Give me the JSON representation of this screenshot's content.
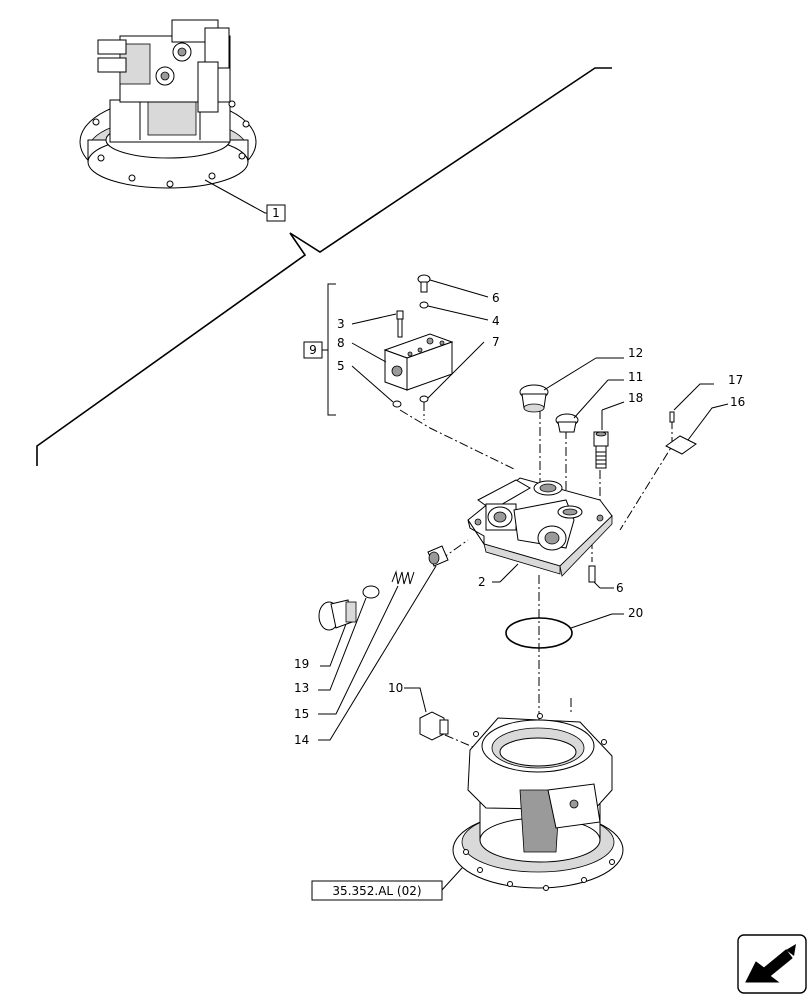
{
  "callouts": {
    "c1": "1",
    "c2": "2",
    "c3": "3",
    "c4": "4",
    "c5": "5",
    "c6a": "6",
    "c6b": "6",
    "c7": "7",
    "c8": "8",
    "c9": "9",
    "c10": "10",
    "c11": "11",
    "c12": "12",
    "c13": "13",
    "c14": "14",
    "c15": "15",
    "c16": "16",
    "c17": "17",
    "c18": "18",
    "c19": "19",
    "c20": "20"
  },
  "reference": "35.352.AL (02)",
  "icons": {
    "nav": "next-page-arrow-icon"
  }
}
